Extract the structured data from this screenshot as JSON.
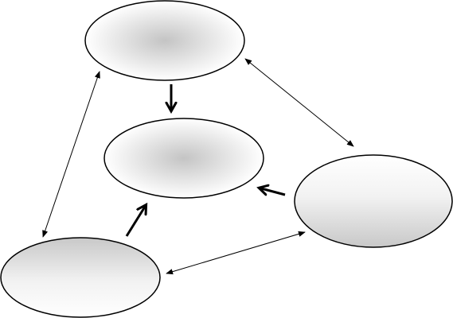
{
  "diagram": {
    "nodes": [
      {
        "id": "top",
        "label": ""
      },
      {
        "id": "center",
        "label": ""
      },
      {
        "id": "right",
        "label": ""
      },
      {
        "id": "bottom-left",
        "label": ""
      }
    ],
    "edges": [
      {
        "from": "top",
        "to": "center",
        "style": "bold",
        "direction": "forward"
      },
      {
        "from": "bottom-left",
        "to": "center",
        "style": "bold",
        "direction": "forward"
      },
      {
        "from": "right",
        "to": "center",
        "style": "bold",
        "direction": "forward"
      },
      {
        "from": "top",
        "to": "right",
        "style": "thin",
        "direction": "both"
      },
      {
        "from": "top",
        "to": "bottom-left",
        "style": "thin",
        "direction": "both"
      },
      {
        "from": "bottom-left",
        "to": "right",
        "style": "thin",
        "direction": "both"
      }
    ],
    "colors": {
      "outline": "#000000",
      "fill_light": "#ffffff",
      "fill_shade": "#c4c4c4"
    }
  }
}
